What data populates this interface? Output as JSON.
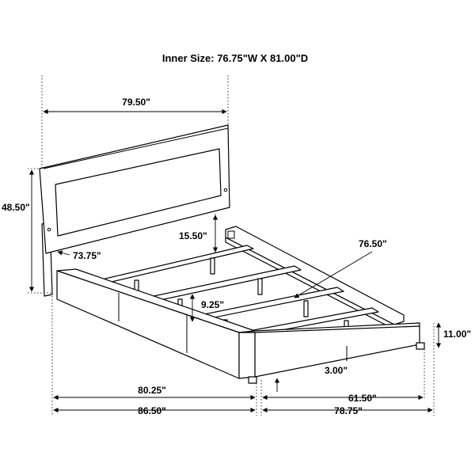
{
  "title": "Inner Size: 76.75\"W X 81.00\"D",
  "dimensions": {
    "headboard_width": "79.50\"",
    "headboard_height": "48.50\"",
    "panel_width": "73.75\"",
    "panel_height": "15.50\"",
    "diagonal_length": "76.50\"",
    "slat_clearance": "9.25\"",
    "bed_height": "11.00\"",
    "leg_height": "3.00\"",
    "front_width_inner": "80.25\"",
    "front_width_outer": "86.50\"",
    "side_length_inner": "61.50\"",
    "side_length_outer": "78.75\""
  }
}
